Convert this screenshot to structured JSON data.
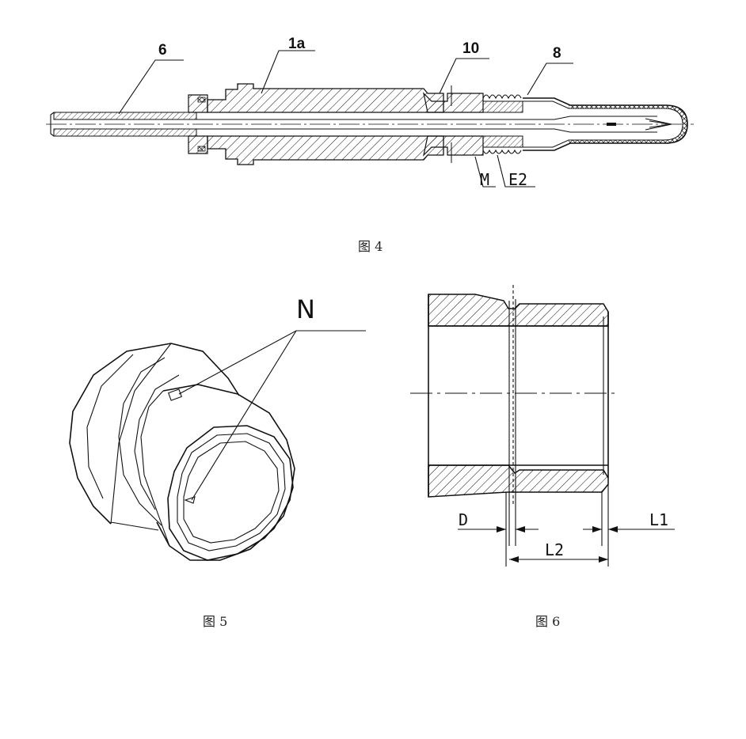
{
  "figures": {
    "fig4": {
      "caption": "图 4",
      "labels": {
        "l6": "6",
        "l1a": "1a",
        "l10": "10",
        "l8": "8",
        "lM": "M",
        "lE2": "E2"
      }
    },
    "fig5": {
      "caption": "图 5",
      "labels": {
        "lN": "N"
      }
    },
    "fig6": {
      "caption": "图 6",
      "labels": {
        "lD": "D",
        "lL1": "L1",
        "lL2": "L2"
      }
    }
  }
}
